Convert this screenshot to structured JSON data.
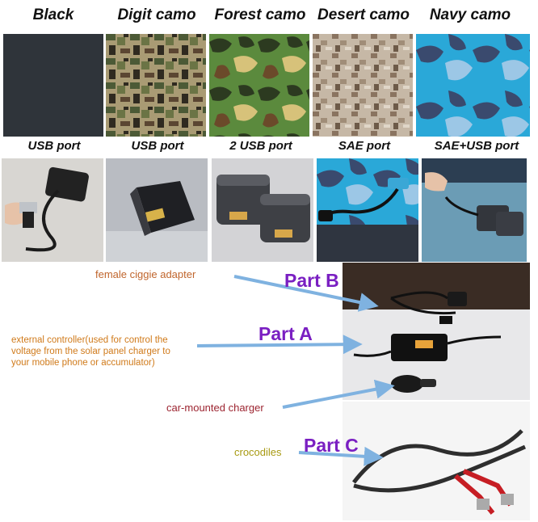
{
  "colors": {
    "part_label": "#7a1fc2",
    "arrow": "#7fb2e0",
    "female_ciggie": "#c0652c",
    "external_controller": "#d07a1a",
    "car_mounted": "#9c2430",
    "crocodiles": "#a89a12"
  },
  "variants": [
    {
      "name": "Black",
      "port": "USB port"
    },
    {
      "name": "Digit camo",
      "port": "USB port"
    },
    {
      "name": "Forest camo",
      "port": "2 USB port"
    },
    {
      "name": "Desert camo",
      "port": "SAE port"
    },
    {
      "name": "Navy camo",
      "port": "SAE+USB port"
    }
  ],
  "accessories": {
    "part_b": "Part B",
    "part_a": "Part A",
    "part_c": "Part C",
    "female_ciggie": "female ciggie adapter",
    "external_controller": "external controller(used for control the voltage from the solar panel charger to your mobile phone or accumulator)",
    "car_mounted": "car-mounted charger",
    "crocodiles": "crocodiles"
  },
  "icons": [
    "usb-cable-photo",
    "usb-box-photo",
    "dual-usb-box-photo",
    "sae-cable-photo",
    "sae-usb-box-photo",
    "ciggie-adapter-photo",
    "controller-photo",
    "car-charger-photo",
    "crocodile-clips-photo"
  ]
}
